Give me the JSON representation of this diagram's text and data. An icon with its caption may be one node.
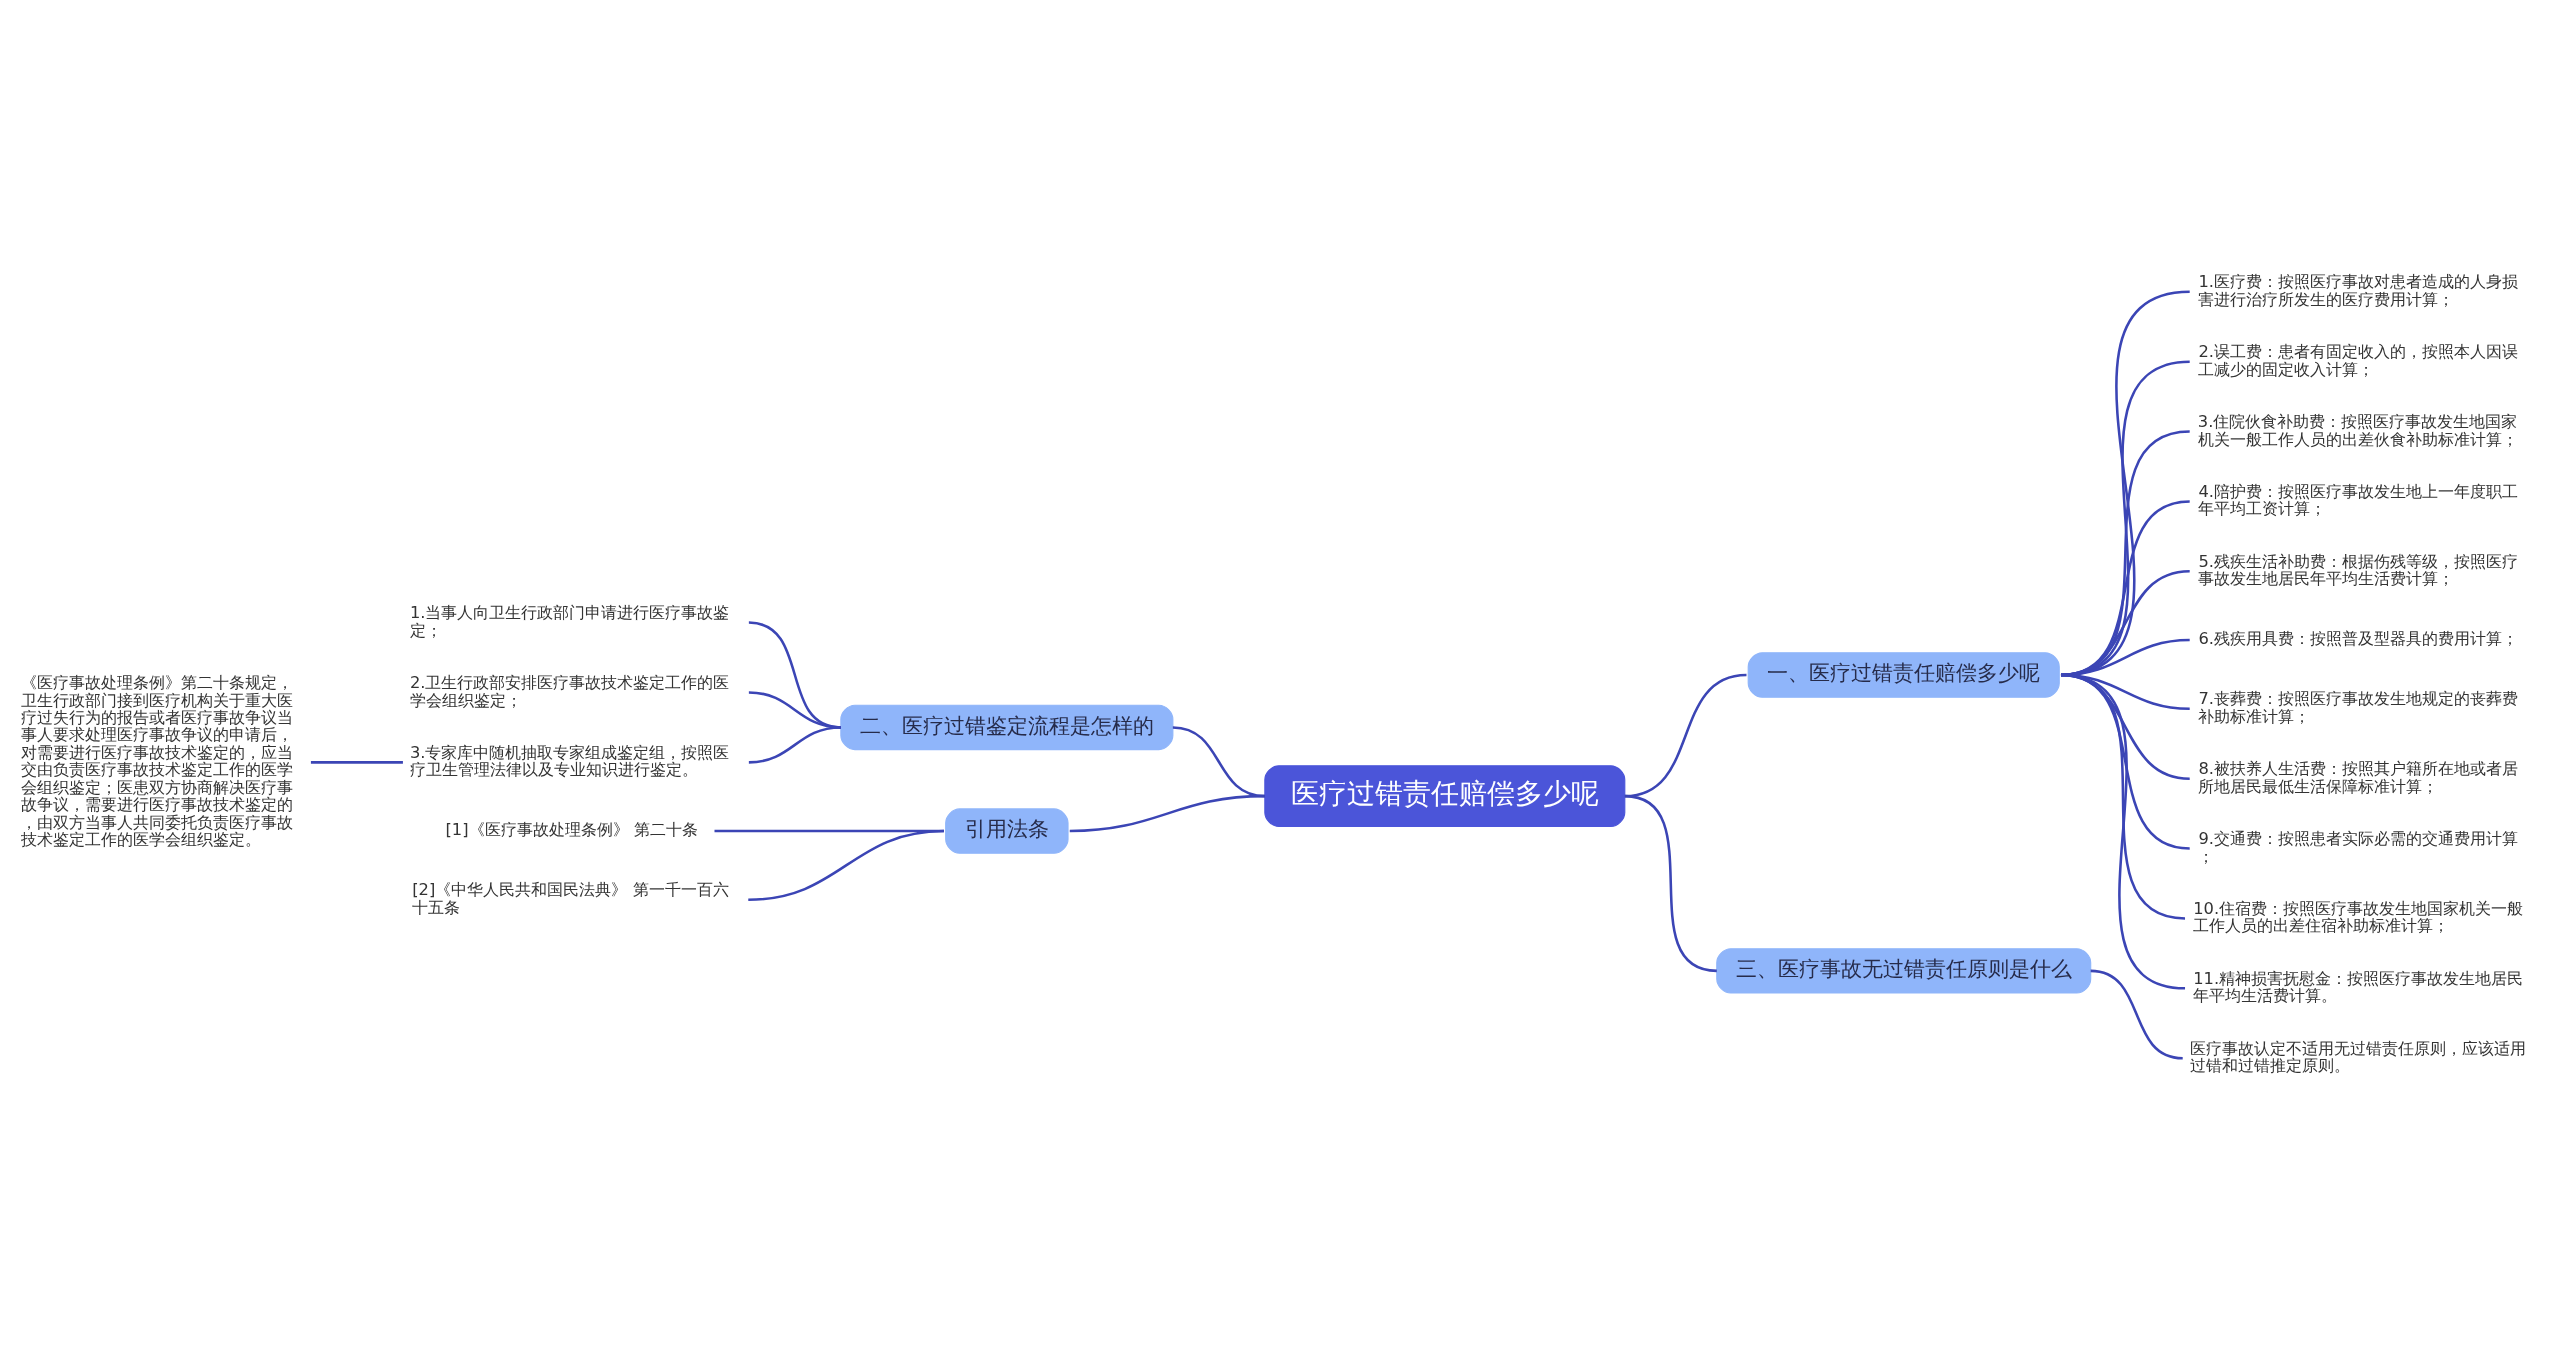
{
  "diagram": {
    "nodes": [
      {
        "text": [
          "医疗过错责任赔偿多少呢"
        ]
      },
      {
        "text": [
          "一、医疗过错责任赔偿多少呢"
        ]
      },
      {
        "text": [
          "1.医疗费：按照医疗事故对患者造成的人身损害进行治疗所发生的医疗费用计算；"
        ]
      },
      {
        "text": [
          "2.误工费：患者有固定收入的，按照本人因误工减少的固定收入计算；"
        ]
      },
      {
        "text": [
          "3.住院伙食补助费：按照医疗事故发生地国家机关一般工作人员的出差伙食补助标准计算；"
        ]
      },
      {
        "text": [
          "4.陪护费：按照医疗事故发生地上一年度职工年平均工资计算；"
        ]
      },
      {
        "text": [
          "5.残疾生活补助费：根据伤残等级，按照医疗事故发生地居民年平均生活费计算；"
        ]
      },
      {
        "text": [
          "6.残疾用具费：按照普及型器具的费用计算；"
        ]
      },
      {
        "text": [
          "7.丧葬费：按照医疗事故发生地规定的丧葬费补助标准计算；"
        ]
      },
      {
        "text": [
          "8.被扶养人生活费：按照其户籍所在地或者居所地居民最低生活保障标准计算；"
        ]
      },
      {
        "text": [
          "9.交通费：按照患者实际必需的交通费用计算；"
        ]
      },
      {
        "text": [
          "10.住宿费：按照医疗事故发生地国家机关一般工作人员的出差住宿补助标准计算；"
        ]
      },
      {
        "text": [
          "11.精神损害抚慰金：按照医疗事故发生地居民年平均生活费计算。"
        ]
      },
      {
        "text": [
          "二、医疗过错鉴定流程是怎样的"
        ]
      },
      {
        "text": [
          "1.当事人向卫生行政部门申请进行医疗事故鉴定；"
        ]
      },
      {
        "text": [
          "2.卫生行政部安排医疗事故技术鉴定工作的医学会组织鉴定；"
        ]
      },
      {
        "text": [
          "3.专家库中随机抽取专家组成鉴定组，按照医疗卫生管理法律以及专业知识进行鉴定。"
        ]
      },
      {
        "text": [
          "《医疗事故处理条例》第二十条规定，卫生行政部门接到医疗机构关于重大医疗过失行为的报告或者医疗事故争议当事人要求处理医疗事故争议的申请后，对需要进行医疗事故技术鉴定的，应当交由负责医疗事故技术鉴定工作的医学会组织鉴定；医患双方协商解决医疗事故争议，需要进行医疗事故技术鉴定的，由双方当事人共同委托负责医疗事故技术鉴定工作的医学会组织鉴定。"
        ]
      },
      {
        "text": [
          "三、医疗事故无过错责任原则是什么"
        ]
      },
      {
        "text": [
          "医疗事故认定不适用无过错责任原则，应该适用过错和过错推定原则。"
        ]
      },
      {
        "text": [
          "引用法条"
        ]
      },
      {
        "text": [
          "[1]《医疗事故处理条例》 第二十条"
        ]
      },
      {
        "text": [
          "[2]《中华人民共和国民法典》 第一千一百六十五条"
        ]
      }
    ],
    "edges": [
      {
        "from": 0,
        "to": 1,
        "arrow": "none"
      },
      {
        "from": 1,
        "to": 2,
        "arrow": "none"
      },
      {
        "from": 1,
        "to": 3,
        "arrow": "none"
      },
      {
        "from": 1,
        "to": 4,
        "arrow": "none"
      },
      {
        "from": 1,
        "to": 5,
        "arrow": "none"
      },
      {
        "from": 1,
        "to": 6,
        "arrow": "none"
      },
      {
        "from": 1,
        "to": 7,
        "arrow": "none"
      },
      {
        "from": 1,
        "to": 8,
        "arrow": "none"
      },
      {
        "from": 1,
        "to": 9,
        "arrow": "none"
      },
      {
        "from": 1,
        "to": 10,
        "arrow": "none"
      },
      {
        "from": 1,
        "to": 11,
        "arrow": "none"
      },
      {
        "from": 1,
        "to": 12,
        "arrow": "none"
      },
      {
        "from": 0,
        "to": 13,
        "arrow": "none"
      },
      {
        "from": 13,
        "to": 14,
        "arrow": "none"
      },
      {
        "from": 13,
        "to": 15,
        "arrow": "none"
      },
      {
        "from": 13,
        "to": 16,
        "arrow": "none"
      },
      {
        "from": 16,
        "to": 17,
        "arrow": "none"
      },
      {
        "from": 0,
        "to": 18,
        "arrow": "none"
      },
      {
        "from": 18,
        "to": 19,
        "arrow": "none"
      },
      {
        "from": 0,
        "to": 20,
        "arrow": "none"
      },
      {
        "from": 20,
        "to": 21,
        "arrow": "none"
      },
      {
        "from": 20,
        "to": 22,
        "arrow": "none"
      }
    ]
  }
}
